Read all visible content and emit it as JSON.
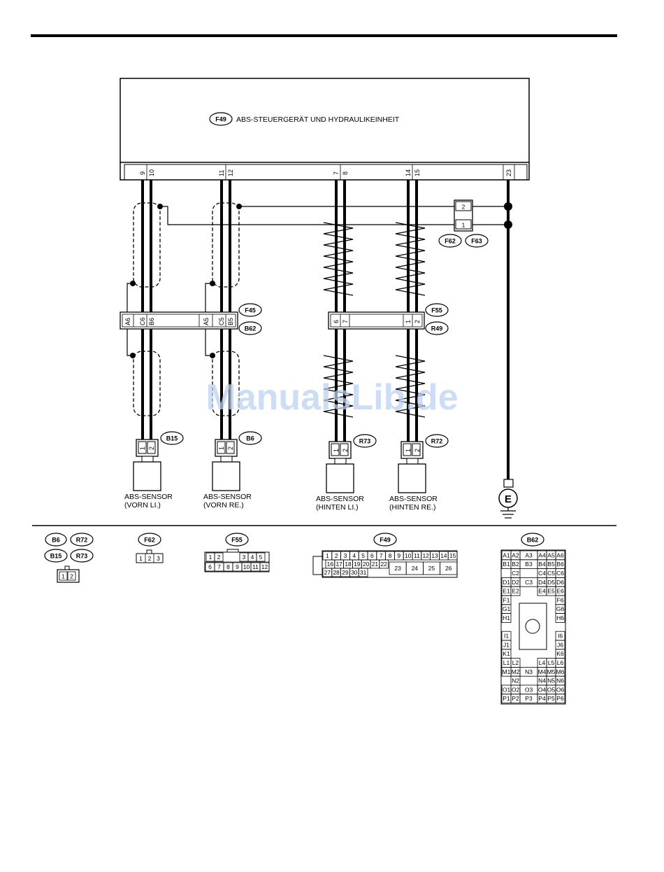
{
  "watermark": "ManualsLib.de",
  "ecu": {
    "id": "F49",
    "title": "ABS-STEUERGERÄT UND HYDRAULIKEINHEIT"
  },
  "ecu_pins": [
    "9",
    "10",
    "11",
    "12",
    "7",
    "8",
    "14",
    "15",
    "23"
  ],
  "shield_connector": {
    "ids": [
      "F62",
      "F63"
    ],
    "pins": [
      "2",
      "1"
    ]
  },
  "junction_left": {
    "ids": [
      "F45",
      "B62"
    ],
    "pins": [
      "A6",
      "C6",
      "B6",
      "A5",
      "C5",
      "B5"
    ]
  },
  "junction_right": {
    "ids": [
      "F55",
      "R49"
    ],
    "pins": [
      "6",
      "7",
      "1",
      "2"
    ]
  },
  "ground_symbol": "E",
  "sensors": [
    {
      "connector": "B15",
      "pins": [
        "1",
        "2"
      ],
      "line1": "ABS-SENSOR",
      "line2": "(VORN LI.)"
    },
    {
      "connector": "B6",
      "pins": [
        "1",
        "2"
      ],
      "line1": "ABS-SENSOR",
      "line2": "(VORN RE.)"
    },
    {
      "connector": "R73",
      "pins": [
        "1",
        "2"
      ],
      "line1": "ABS-SENSOR",
      "line2": "(HINTEN LI.)"
    },
    {
      "connector": "R72",
      "pins": [
        "1",
        "2"
      ],
      "line1": "ABS-SENSOR",
      "line2": "(HINTEN RE.)"
    }
  ],
  "faces": {
    "sensor_face": {
      "labels": [
        "B6",
        "R72",
        "B15",
        "R73"
      ],
      "pins": [
        "1",
        "2"
      ]
    },
    "f62": {
      "label": "F62",
      "pins": [
        "1",
        "2",
        "3"
      ]
    },
    "f55": {
      "label": "F55",
      "row1": [
        "1",
        "2",
        "3",
        "4",
        "5"
      ],
      "row2": [
        "6",
        "7",
        "8",
        "9",
        "10",
        "11",
        "12"
      ]
    },
    "f49": {
      "label": "F49",
      "row1": [
        "1",
        "2",
        "3",
        "4",
        "5",
        "6",
        "7",
        "8",
        "9",
        "10",
        "11",
        "12",
        "13",
        "14",
        "15"
      ],
      "row2": [
        "16",
        "17",
        "18",
        "19",
        "20",
        "21",
        "22"
      ],
      "row3": [
        "27",
        "28",
        "29",
        "30",
        "31"
      ],
      "big": [
        "23",
        "24",
        "25",
        "26"
      ]
    },
    "b62": {
      "label": "B62",
      "rows": [
        [
          "A1",
          "A2",
          "A3",
          "A4",
          "A5",
          "A6"
        ],
        [
          "B1",
          "B2",
          "B3",
          "B4",
          "B5",
          "B6"
        ],
        [
          "",
          "C2",
          "",
          "C4",
          "C5",
          "C6"
        ],
        [
          "D1",
          "D2",
          "C3",
          "D4",
          "D5",
          "D6"
        ],
        [
          "E1",
          "E2",
          "",
          "E4",
          "E5",
          "E6"
        ],
        [
          "F1",
          "",
          "",
          "",
          "",
          "F6"
        ],
        [
          "G1",
          "",
          "",
          "",
          "",
          "G6"
        ],
        [
          "H1",
          "",
          "",
          "",
          "",
          "H6"
        ],
        [
          "",
          "",
          "",
          "",
          "",
          ""
        ],
        [
          "I1",
          "",
          "",
          "",
          "",
          "I6"
        ],
        [
          "J1",
          "",
          "",
          "",
          "",
          "J6"
        ],
        [
          "K1",
          "",
          "",
          "",
          "",
          "K6"
        ],
        [
          "L1",
          "L2",
          "",
          "L4",
          "L5",
          "L6"
        ],
        [
          "M1",
          "M2",
          "N3",
          "M4",
          "M5",
          "M6"
        ],
        [
          "",
          "N2",
          "",
          "N4",
          "N5",
          "N6"
        ],
        [
          "O1",
          "O2",
          "O3",
          "O4",
          "O5",
          "O6"
        ],
        [
          "P1",
          "P2",
          "P3",
          "P4",
          "P5",
          "P6"
        ]
      ]
    }
  }
}
